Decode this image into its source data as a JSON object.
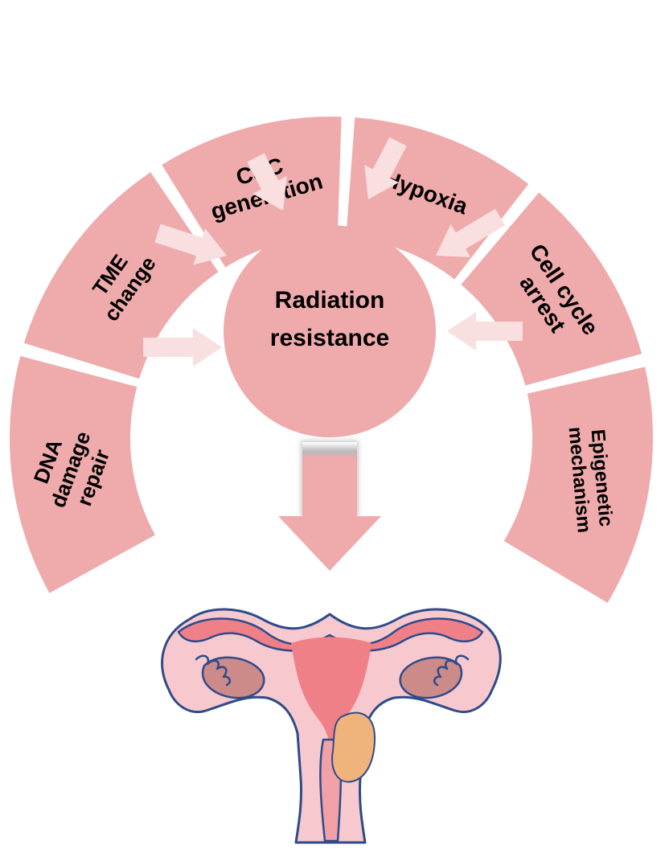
{
  "center": {
    "line1": "Radiation",
    "line2": "resistance"
  },
  "factors": [
    {
      "lines": [
        "DNA",
        "damage",
        "repair"
      ]
    },
    {
      "lines": [
        "TME",
        "change"
      ]
    },
    {
      "lines": [
        "CSC",
        "generation"
      ]
    },
    {
      "lines": [
        "Hypoxia"
      ]
    },
    {
      "lines": [
        "Cell cycle",
        "arrest"
      ]
    },
    {
      "lines": [
        "Epigenetic",
        "mechanism"
      ]
    }
  ],
  "colors": {
    "segment": "#efaaac",
    "center_circle": "#efaaac",
    "small_arrow": "#f9dfe0",
    "main_arrow": "#f0aaac",
    "uterus_outline": "#2e4b8a",
    "uterus_body": "#f7c9ce",
    "uterus_inner": "#f08088",
    "ovary": "#cc8a88",
    "tumor": "#f1b37c"
  }
}
